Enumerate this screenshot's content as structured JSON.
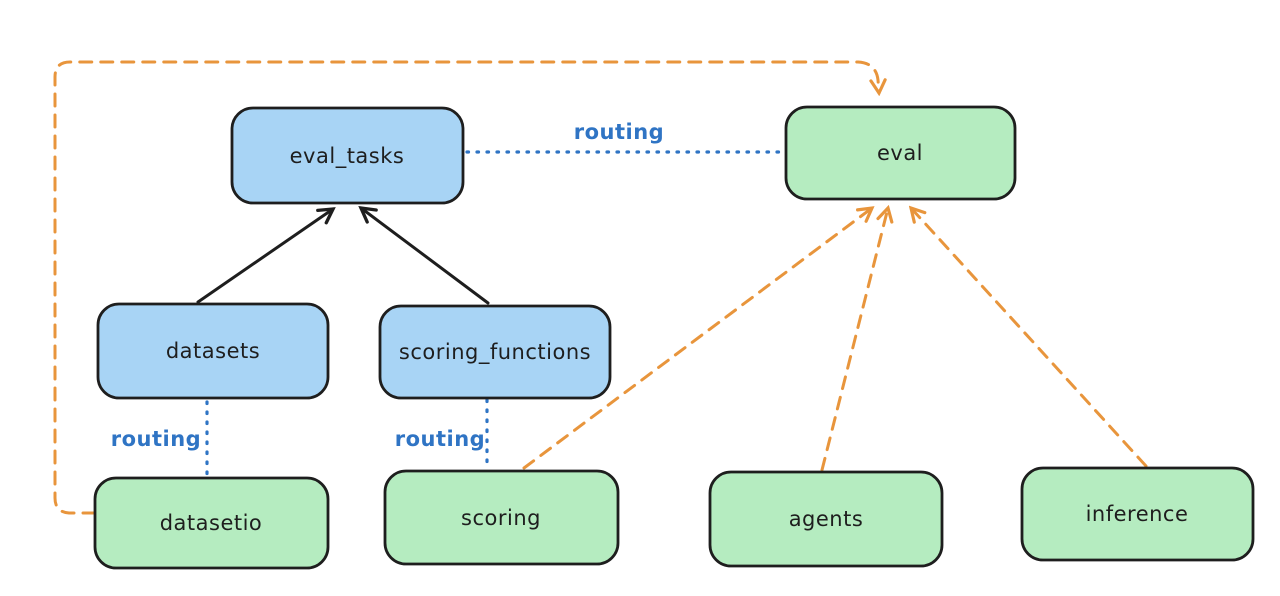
{
  "diagram": {
    "nodes": {
      "eval_tasks": {
        "label": "eval_tasks",
        "fill": "#a8d4f5"
      },
      "eval": {
        "label": "eval",
        "fill": "#b5ecc0"
      },
      "datasets": {
        "label": "datasets",
        "fill": "#a8d4f5"
      },
      "scoring_functions": {
        "label": "scoring_functions",
        "fill": "#a8d4f5"
      },
      "datasetio": {
        "label": "datasetio",
        "fill": "#b5ecc0"
      },
      "scoring": {
        "label": "scoring",
        "fill": "#b5ecc0"
      },
      "agents": {
        "label": "agents",
        "fill": "#b5ecc0"
      },
      "inference": {
        "label": "inference",
        "fill": "#b5ecc0"
      }
    },
    "edges": [
      {
        "from": "datasets",
        "to": "eval_tasks",
        "style": "solid",
        "color": "#1e1e1e",
        "arrow": true,
        "label": ""
      },
      {
        "from": "scoring_functions",
        "to": "eval_tasks",
        "style": "solid",
        "color": "#1e1e1e",
        "arrow": true,
        "label": ""
      },
      {
        "from": "eval_tasks",
        "to": "eval",
        "style": "dotted",
        "color": "#2f74c4",
        "arrow": false,
        "label": "routing"
      },
      {
        "from": "datasets",
        "to": "datasetio",
        "style": "dotted",
        "color": "#2f74c4",
        "arrow": false,
        "label": "routing"
      },
      {
        "from": "scoring_functions",
        "to": "scoring",
        "style": "dotted",
        "color": "#2f74c4",
        "arrow": false,
        "label": "routing"
      },
      {
        "from": "datasetio",
        "to": "eval",
        "style": "dashed",
        "color": "#e8953c",
        "arrow": true,
        "label": ""
      },
      {
        "from": "scoring",
        "to": "eval",
        "style": "dashed",
        "color": "#e8953c",
        "arrow": true,
        "label": ""
      },
      {
        "from": "agents",
        "to": "eval",
        "style": "dashed",
        "color": "#e8953c",
        "arrow": true,
        "label": ""
      },
      {
        "from": "inference",
        "to": "eval",
        "style": "dashed",
        "color": "#e8953c",
        "arrow": true,
        "label": ""
      }
    ],
    "palette": {
      "background": "#ffffff",
      "node_blue_fill": "#a8d4f5",
      "node_green_fill": "#b5ecc0",
      "node_stroke": "#1e1e1e",
      "routing_blue": "#2f74c4",
      "dashed_orange": "#e8953c"
    }
  }
}
